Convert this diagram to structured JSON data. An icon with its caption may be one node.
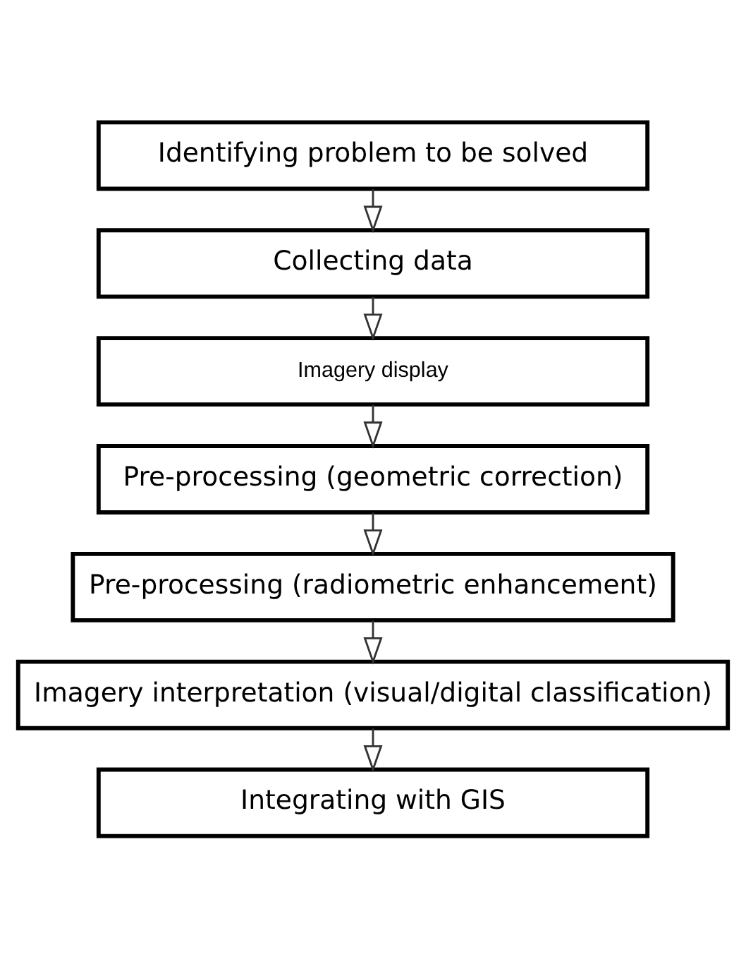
{
  "diagram": {
    "nodes": [
      {
        "text": [
          "Identifying problem to be solved"
        ]
      },
      {
        "text": [
          "Collecting data"
        ]
      },
      {
        "text": [
          "Imagery display"
        ]
      },
      {
        "text": [
          "Pre-processing (geometric correction)"
        ]
      },
      {
        "text": [
          "Pre-processing (radiometric enhancement)"
        ]
      },
      {
        "text": [
          "Imagery interpretation (visual/digital classification)"
        ]
      },
      {
        "text": [
          "Integrating with GIS"
        ]
      }
    ],
    "edges": [
      {
        "from": 0,
        "to": 1,
        "arrow": "to"
      },
      {
        "from": 1,
        "to": 2,
        "arrow": "to"
      },
      {
        "from": 2,
        "to": 3,
        "arrow": "to"
      },
      {
        "from": 3,
        "to": 4,
        "arrow": "to"
      },
      {
        "from": 4,
        "to": 5,
        "arrow": "to"
      },
      {
        "from": 5,
        "to": 6,
        "arrow": "to"
      }
    ]
  }
}
